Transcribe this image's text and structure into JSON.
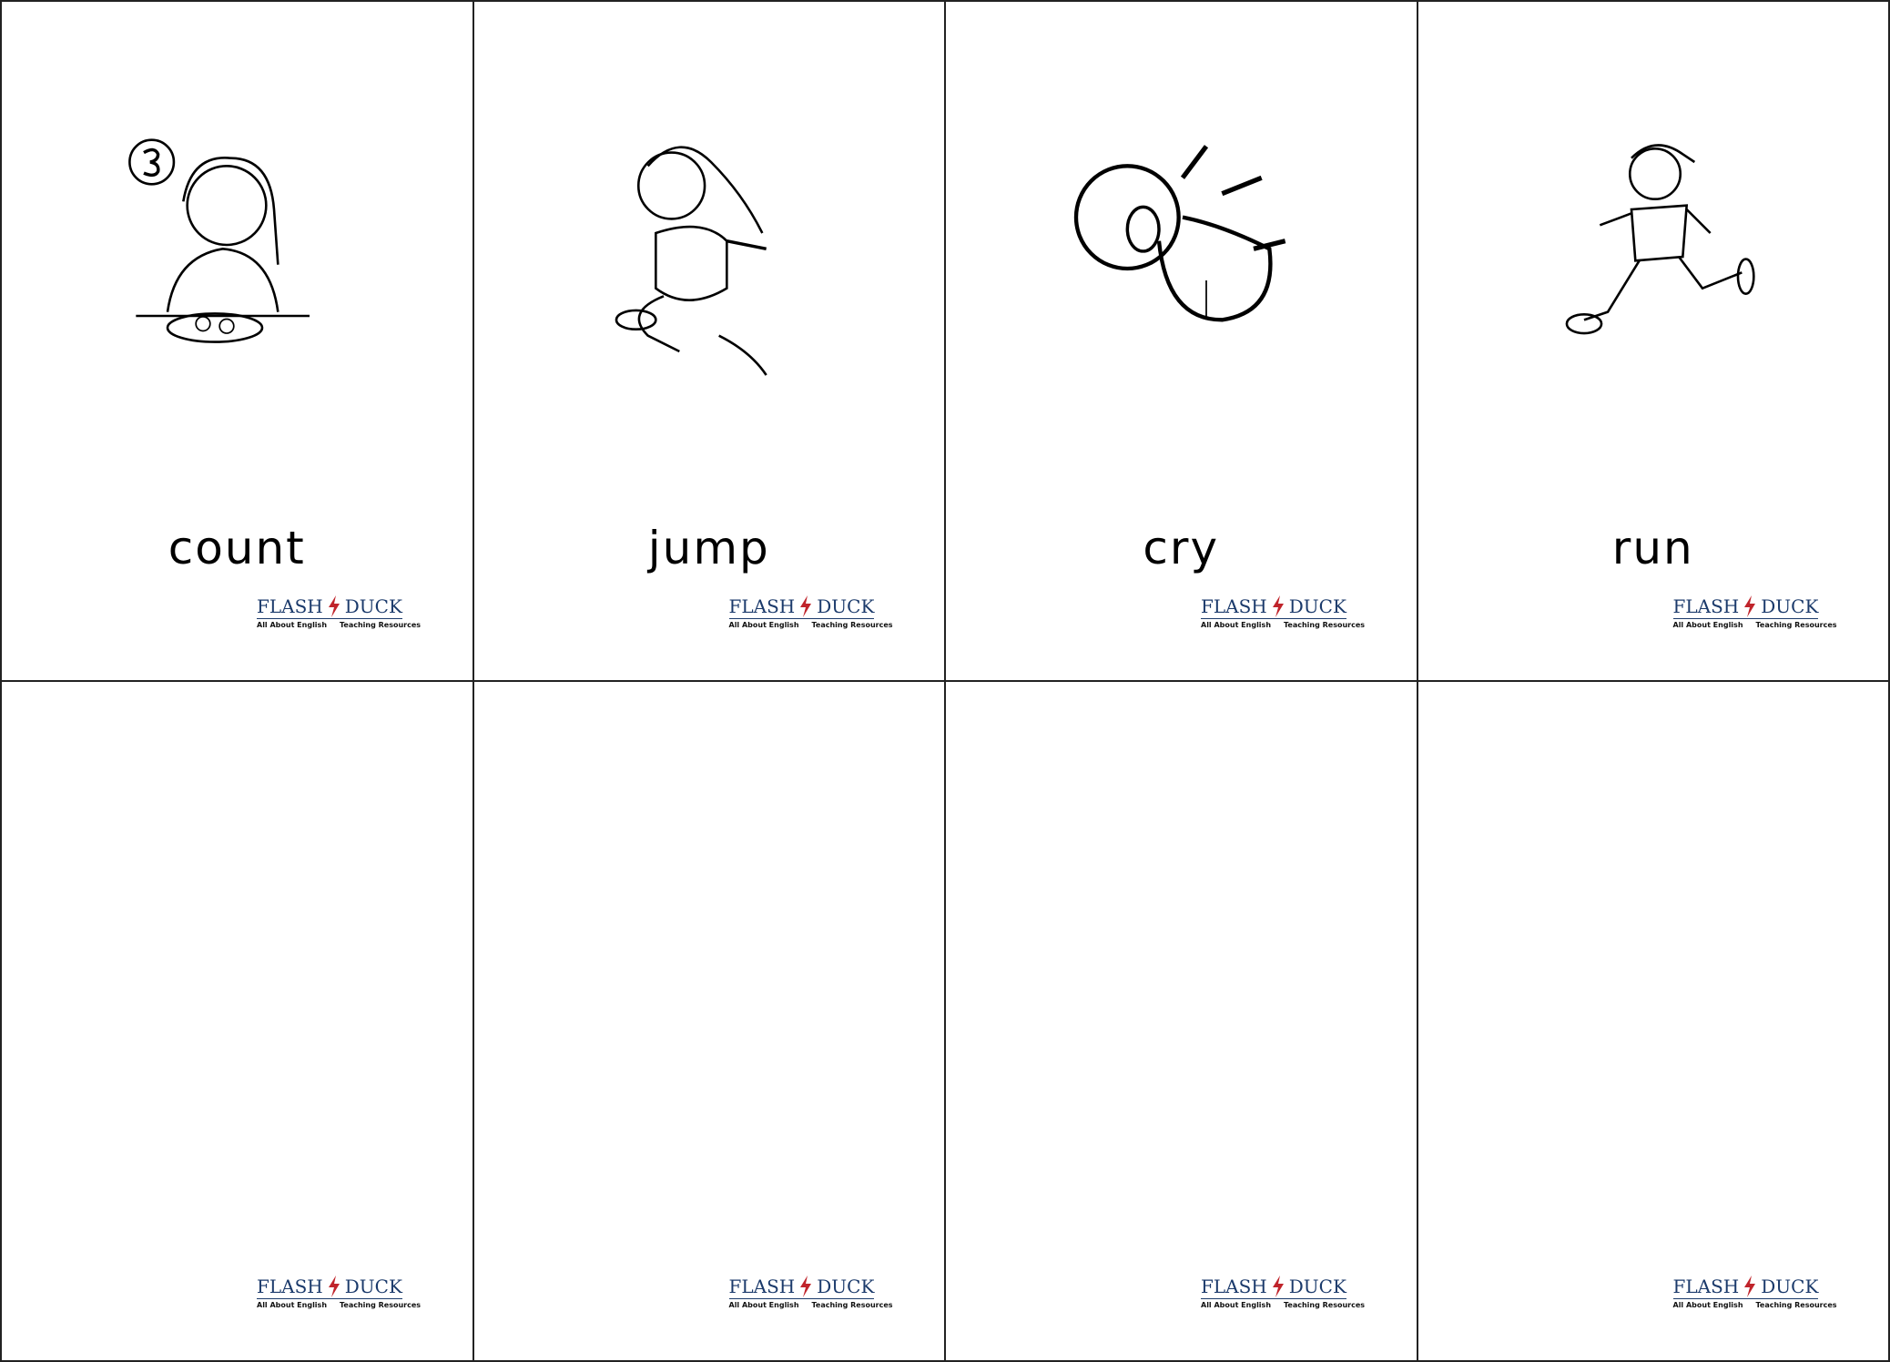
{
  "cards": [
    {
      "word": "count",
      "illustration": "girl-counting-cookies"
    },
    {
      "word": "jump",
      "illustration": "girl-jumping"
    },
    {
      "word": "cry",
      "illustration": "baby-crying"
    },
    {
      "word": "run",
      "illustration": "boy-running"
    },
    {
      "word": null
    },
    {
      "word": null
    },
    {
      "word": null
    },
    {
      "word": null
    }
  ],
  "logo": {
    "brand_left": "FLASH",
    "brand_right": "DUCK",
    "tagline_left": "All About English",
    "tagline_right": "Teaching Resources"
  },
  "colors": {
    "logo_blue": "#1b3a6b",
    "logo_red": "#c0242b"
  }
}
